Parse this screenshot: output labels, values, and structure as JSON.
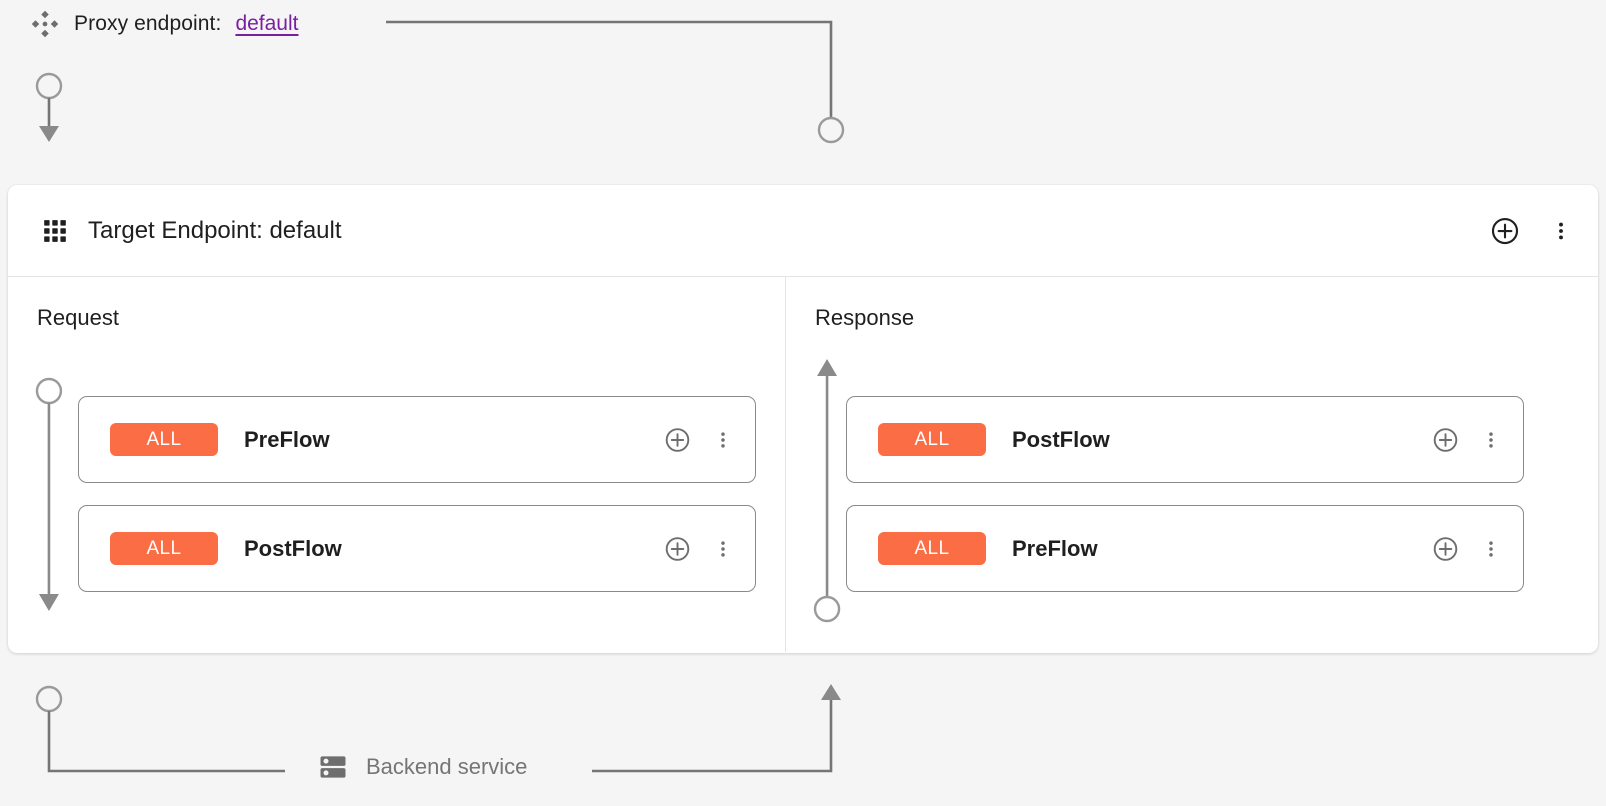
{
  "theme": {
    "page_bg": "#f5f5f5",
    "panel_bg": "#ffffff",
    "accent_orange": "#fb6d45",
    "link_purple": "#7b1fa2",
    "wire_gray": "#8a8a8a",
    "text_primary": "#1f1f1f",
    "text_muted": "#757575"
  },
  "proxy": {
    "icon": "move-diamond-icon",
    "label": "Proxy endpoint:",
    "value": "default"
  },
  "target_panel": {
    "icon": "apps-grid-icon",
    "title": "Target Endpoint: default",
    "add_icon": "plus-circle-icon",
    "menu_icon": "kebab-menu-icon",
    "columns": [
      {
        "id": "request",
        "title": "Request",
        "flows": [
          {
            "badge": "ALL",
            "name": "PreFlow",
            "add_icon": "plus-circle-icon",
            "menu_icon": "kebab-menu-icon"
          },
          {
            "badge": "ALL",
            "name": "PostFlow",
            "add_icon": "plus-circle-icon",
            "menu_icon": "kebab-menu-icon"
          }
        ]
      },
      {
        "id": "response",
        "title": "Response",
        "flows": [
          {
            "badge": "ALL",
            "name": "PostFlow",
            "add_icon": "plus-circle-icon",
            "menu_icon": "kebab-menu-icon"
          },
          {
            "badge": "ALL",
            "name": "PreFlow",
            "add_icon": "plus-circle-icon",
            "menu_icon": "kebab-menu-icon"
          }
        ]
      }
    ]
  },
  "backend": {
    "icon": "server-rack-icon",
    "label": "Backend service"
  }
}
